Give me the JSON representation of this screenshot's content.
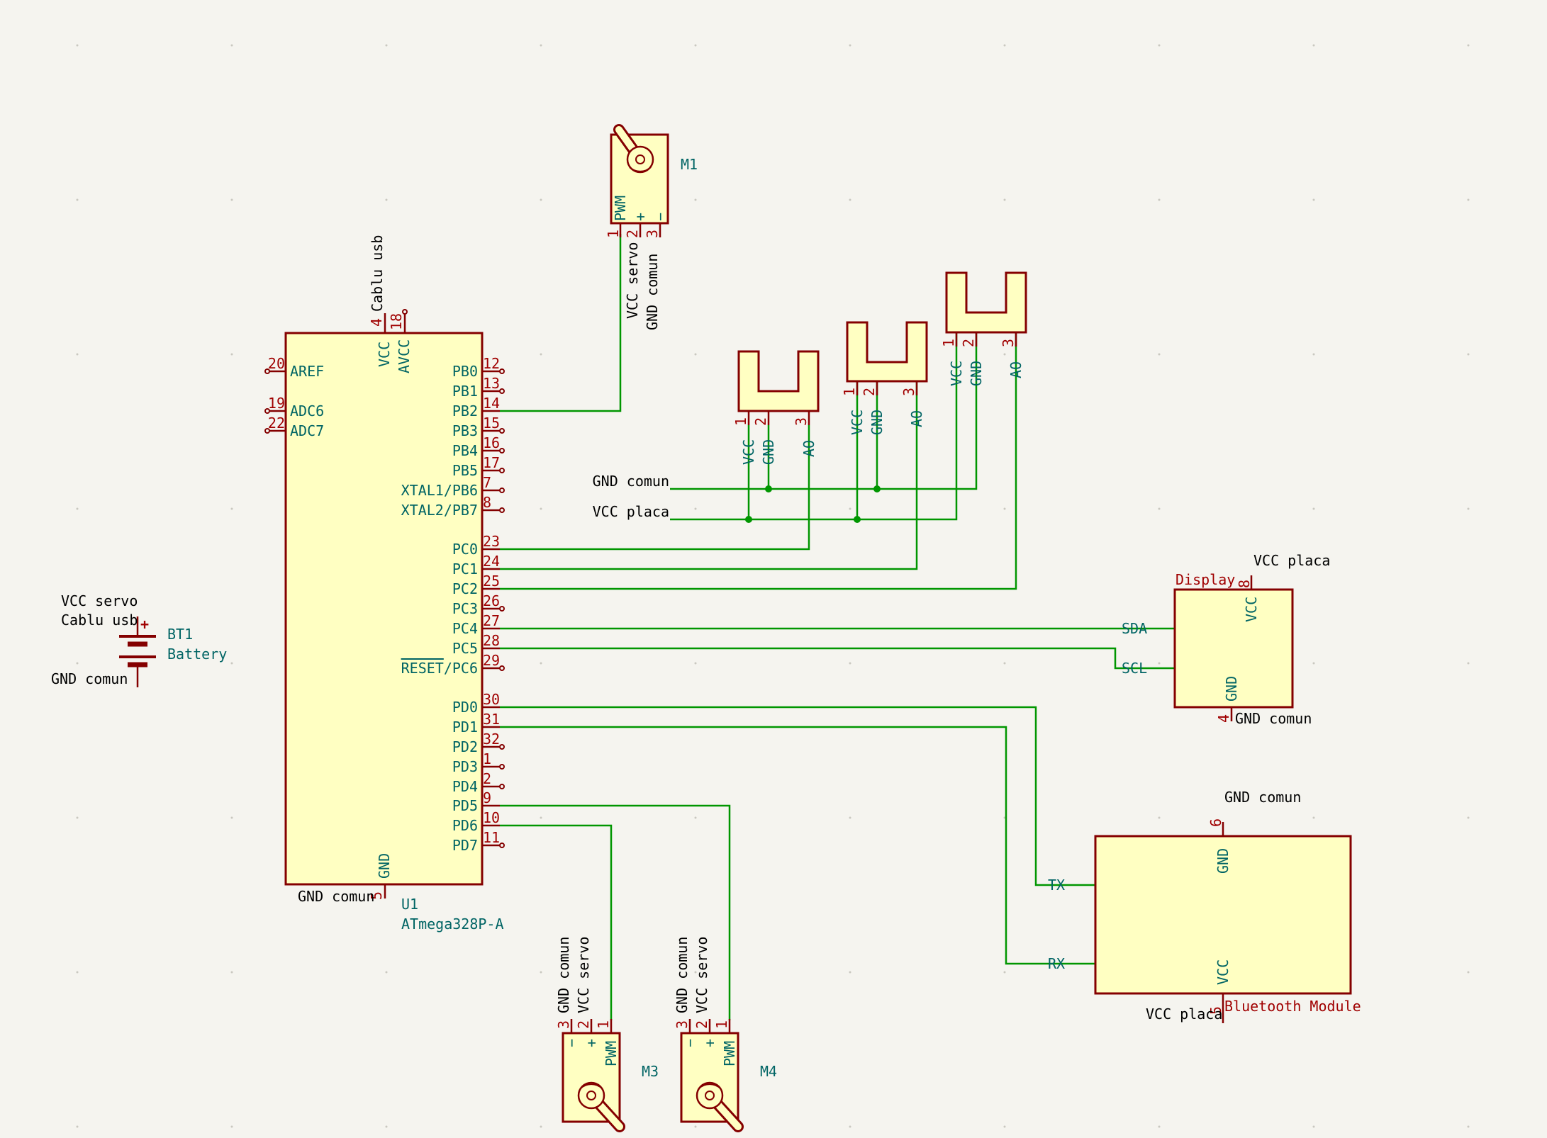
{
  "colors": {
    "background": "#f5f4ef",
    "symbol_body": "#ffffc2",
    "symbol_outline": "#840000",
    "wire": "#009600",
    "pin_name": "#006464",
    "pin_number": "#a00000",
    "label": "#000000"
  },
  "mcu": {
    "ref": "U1",
    "value": "ATmega328P-A",
    "power_label": "Cablu usb",
    "gnd_label": "GND comun",
    "top_pins": [
      {
        "name": "VCC",
        "num": "4"
      },
      {
        "name": "AVCC",
        "num": "18"
      }
    ],
    "bottom_pin": {
      "name": "GND",
      "num": "5"
    },
    "left_pins": [
      {
        "name": "AREF",
        "num": "20"
      },
      {
        "name": "ADC6",
        "num": "19"
      },
      {
        "name": "ADC7",
        "num": "22"
      }
    ],
    "right_pins": [
      {
        "name": "PB0",
        "num": "12"
      },
      {
        "name": "PB1",
        "num": "13"
      },
      {
        "name": "PB2",
        "num": "14"
      },
      {
        "name": "PB3",
        "num": "15"
      },
      {
        "name": "PB4",
        "num": "16"
      },
      {
        "name": "PB5",
        "num": "17"
      },
      {
        "name": "XTAL1/PB6",
        "num": "7"
      },
      {
        "name": "XTAL2/PB7",
        "num": "8"
      },
      {
        "name": "PC0",
        "num": "23"
      },
      {
        "name": "PC1",
        "num": "24"
      },
      {
        "name": "PC2",
        "num": "25"
      },
      {
        "name": "PC3",
        "num": "26"
      },
      {
        "name": "PC4",
        "num": "27"
      },
      {
        "name": "PC5",
        "num": "28"
      },
      {
        "name": "RESET/PC6",
        "num": "29"
      },
      {
        "name": "PD0",
        "num": "30"
      },
      {
        "name": "PD1",
        "num": "31"
      },
      {
        "name": "PD2",
        "num": "32"
      },
      {
        "name": "PD3",
        "num": "1"
      },
      {
        "name": "PD4",
        "num": "2"
      },
      {
        "name": "PD5",
        "num": "9"
      },
      {
        "name": "PD6",
        "num": "10"
      },
      {
        "name": "PD7",
        "num": "11"
      }
    ]
  },
  "servos": [
    {
      "ref": "M1",
      "pin_pwm": "PWM",
      "pin_plus": "+",
      "pin_minus": "−",
      "nums": [
        "1",
        "2",
        "3"
      ],
      "net_plus": "VCC servo",
      "net_minus": "GND comun"
    },
    {
      "ref": "M3",
      "pin_pwm": "PWM",
      "pin_plus": "+",
      "pin_minus": "−",
      "nums": [
        "1",
        "2",
        "3"
      ],
      "net_plus": "VCC servo",
      "net_minus": "GND comun"
    },
    {
      "ref": "M4",
      "pin_pwm": "PWM",
      "pin_plus": "+",
      "pin_minus": "−",
      "nums": [
        "1",
        "2",
        "3"
      ],
      "net_plus": "VCC servo",
      "net_minus": "GND comun"
    }
  ],
  "sensors": [
    {
      "pins": [
        {
          "name": "VCC",
          "num": "1"
        },
        {
          "name": "GND",
          "num": "2"
        },
        {
          "name": "AO",
          "num": "3"
        }
      ]
    },
    {
      "pins": [
        {
          "name": "VCC",
          "num": "1"
        },
        {
          "name": "GND",
          "num": "2"
        },
        {
          "name": "AO",
          "num": "3"
        }
      ]
    },
    {
      "pins": [
        {
          "name": "VCC",
          "num": "1"
        },
        {
          "name": "GND",
          "num": "2"
        },
        {
          "name": "AO",
          "num": "3"
        }
      ]
    }
  ],
  "sensor_nets": {
    "gnd": "GND comun",
    "vcc": "VCC placa"
  },
  "display": {
    "value": "Display",
    "vcc_pin": {
      "name": "VCC",
      "num": "8"
    },
    "gnd_pin": {
      "name": "GND",
      "num": "4"
    },
    "sda": "SDA",
    "scl": "SCL",
    "vcc_net": "VCC placa",
    "gnd_net": "GND comun"
  },
  "bluetooth": {
    "value": "Bluetooth Module",
    "gnd_pin": {
      "name": "GND",
      "num": "6"
    },
    "vcc_pin": {
      "name": "VCC",
      "num": "5"
    },
    "tx": "TX",
    "rx": "RX",
    "gnd_net": "GND comun",
    "vcc_net": "VCC placa"
  },
  "battery": {
    "ref": "BT1",
    "value": "Battery",
    "plus": "+",
    "net_top_1": "VCC servo",
    "net_top_2": "Cablu usb",
    "net_bottom": "GND comun"
  }
}
